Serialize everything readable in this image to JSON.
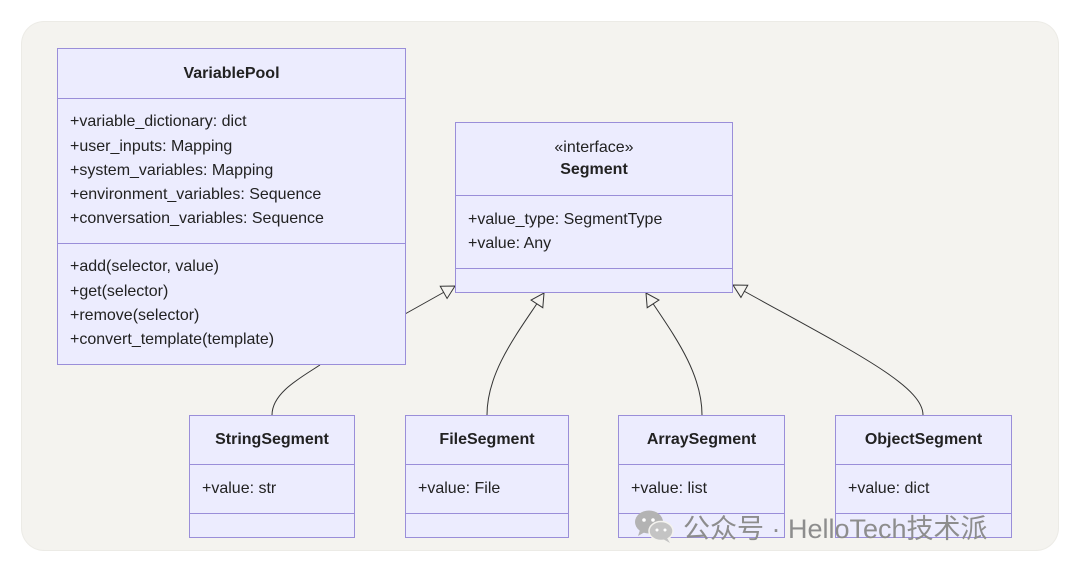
{
  "classes": {
    "variable_pool": {
      "name": "VariablePool",
      "attributes": [
        "+variable_dictionary: dict",
        "+user_inputs: Mapping",
        "+system_variables: Mapping",
        "+environment_variables: Sequence",
        "+conversation_variables: Sequence"
      ],
      "methods": [
        "+add(selector, value)",
        "+get(selector)",
        "+remove(selector)",
        "+convert_template(template)"
      ]
    },
    "segment": {
      "stereotype": "«interface»",
      "name": "Segment",
      "attributes": [
        "+value_type: SegmentType",
        "+value: Any"
      ],
      "methods": []
    },
    "string_segment": {
      "name": "StringSegment",
      "attributes": [
        "+value: str"
      ],
      "methods": []
    },
    "file_segment": {
      "name": "FileSegment",
      "attributes": [
        "+value: File"
      ],
      "methods": []
    },
    "array_segment": {
      "name": "ArraySegment",
      "attributes": [
        "+value: list"
      ],
      "methods": []
    },
    "object_segment": {
      "name": "ObjectSegment",
      "attributes": [
        "+value: dict"
      ],
      "methods": []
    }
  },
  "relations": [
    {
      "from": "VariablePool",
      "to": "Segment",
      "type": "inheritance"
    },
    {
      "from": "StringSegment",
      "to": "VariablePool",
      "type": "association"
    },
    {
      "from": "FileSegment",
      "to": "Segment",
      "type": "inheritance"
    },
    {
      "from": "ArraySegment",
      "to": "Segment",
      "type": "inheritance"
    },
    {
      "from": "ObjectSegment",
      "to": "Segment",
      "type": "inheritance"
    }
  ],
  "watermark": {
    "text": "公众号 · HelloTech技术派",
    "icon": "wechat-icon"
  },
  "colors": {
    "box_fill": "#ececfe",
    "box_border": "#9a8ed9",
    "edge": "#333333",
    "background": "#f4f3ef"
  }
}
